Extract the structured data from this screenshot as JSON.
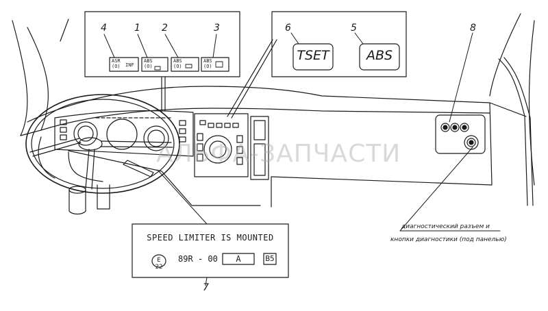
{
  "watermark": "АЛЬФА-ЗАПЧАСТИ",
  "callouts": {
    "c1": "1",
    "c2": "2",
    "c3": "3",
    "c4": "4",
    "c5": "5",
    "c6": "6",
    "c7": "7",
    "c8": "8"
  },
  "top_panel": {
    "tile1": {
      "line1": "ABS",
      "line2": "(O)"
    },
    "tile2": {
      "line1": "ABS",
      "line2": "(O)"
    },
    "tile3": {
      "line1": "ABS",
      "line2": "(O)"
    },
    "tile4": {
      "line1": "ASR",
      "line2": "(O)",
      "line3": "INF"
    }
  },
  "indicators": {
    "tset": "TSET",
    "abs": "ABS"
  },
  "limiter_plate": {
    "title": "SPEED LIMITER IS MOUNTED",
    "emark": "E 22",
    "regulation": "89R - 00",
    "box_value": "A",
    "code": "B5"
  },
  "note": {
    "line1": "диагностический разъем и",
    "line2": "кнопки диагностики (под панелью)"
  }
}
